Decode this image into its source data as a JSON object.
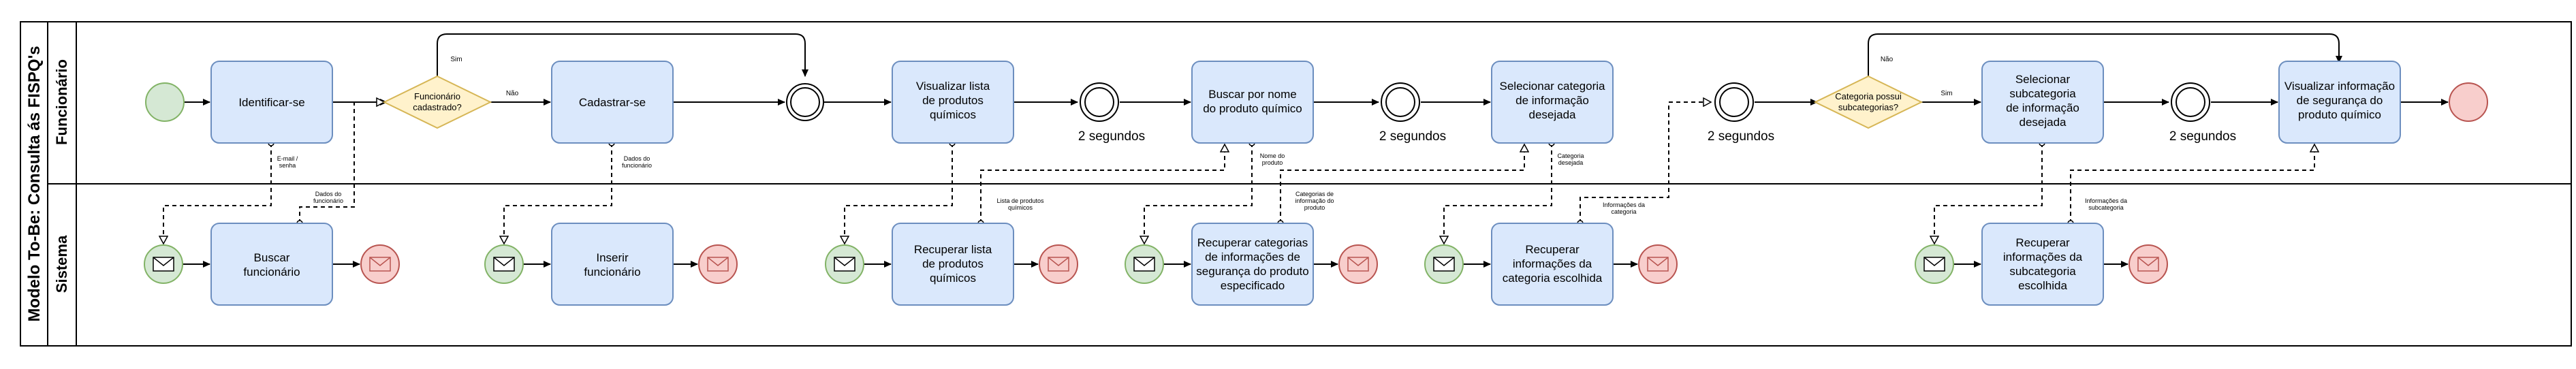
{
  "pool": {
    "title": "Modelo To-Be: Consulta ás FISPQ's"
  },
  "lanes": {
    "funcionario": "Funcionário",
    "sistema": "Sistema"
  },
  "tasks": {
    "identificar": [
      "Identificar-se"
    ],
    "cadastrar": [
      "Cadastrar-se"
    ],
    "visualizar_lista": [
      "Visualizar lista",
      "de produtos",
      "químicos"
    ],
    "buscar_nome": [
      "Buscar por nome",
      "do produto químico"
    ],
    "selecionar_categoria": [
      "Selecionar categoria",
      "de informação",
      "desejada"
    ],
    "selecionar_subcategoria": [
      "Selecionar",
      "subcategoria",
      "de informação",
      "desejada"
    ],
    "visualizar_info": [
      "Visualizar informação",
      "de segurança do",
      "produto químico"
    ],
    "buscar_funcionario": [
      "Buscar",
      "funcionário"
    ],
    "inserir_funcionario": [
      "Inserir",
      "funcionário"
    ],
    "recuperar_lista": [
      "Recuperar lista",
      "de produtos",
      "químicos"
    ],
    "recuperar_categorias": [
      "Recuperar categorias",
      "de informações de",
      "segurança do produto",
      "especificado"
    ],
    "recuperar_info_categoria": [
      "Recuperar",
      "informações da",
      "categoria escolhida"
    ],
    "recuperar_info_subcategoria": [
      "Recuperar",
      "informações da",
      "subcategoria",
      "escolhida"
    ]
  },
  "gateways": {
    "funcionario_cadastrado": [
      "Funcionário",
      "cadastrado?"
    ],
    "categoria_subcategorias": [
      "Categoria possui",
      "subcategorias?"
    ]
  },
  "flow_labels": {
    "sim": "Sim",
    "nao": "Não"
  },
  "timers": {
    "t1": "2 segundos",
    "t2": "2 segundos",
    "t3": "2 segundos",
    "t4": "2 segundos"
  },
  "message_labels": {
    "email_senha": [
      "E-mail /",
      "senha"
    ],
    "dados_funcionario_1": [
      "Dados do",
      "funcionário"
    ],
    "dados_funcionario_2": [
      "Dados do",
      "funcionário"
    ],
    "lista_produtos": [
      "Lista de produtos",
      "químicos"
    ],
    "nome_produto": [
      "Nome do",
      "produto"
    ],
    "categorias_info": [
      "Categorias de",
      "informação do",
      "produto"
    ],
    "categoria_desejada": [
      "Categoria",
      "desejada"
    ],
    "informacoes_categoria": [
      "Informações da",
      "categoria"
    ],
    "informacoes_subcategoria": [
      "Informações da",
      "subcategoria"
    ]
  },
  "colors": {
    "task_fill": "#dae8fc",
    "task_stroke": "#6c8ebf",
    "gateway_fill": "#fff2cc",
    "gateway_stroke": "#d6b656",
    "start_fill": "#d5e8d4",
    "start_stroke": "#82b366",
    "end_fill": "#f8cecc",
    "end_stroke": "#b85450"
  }
}
